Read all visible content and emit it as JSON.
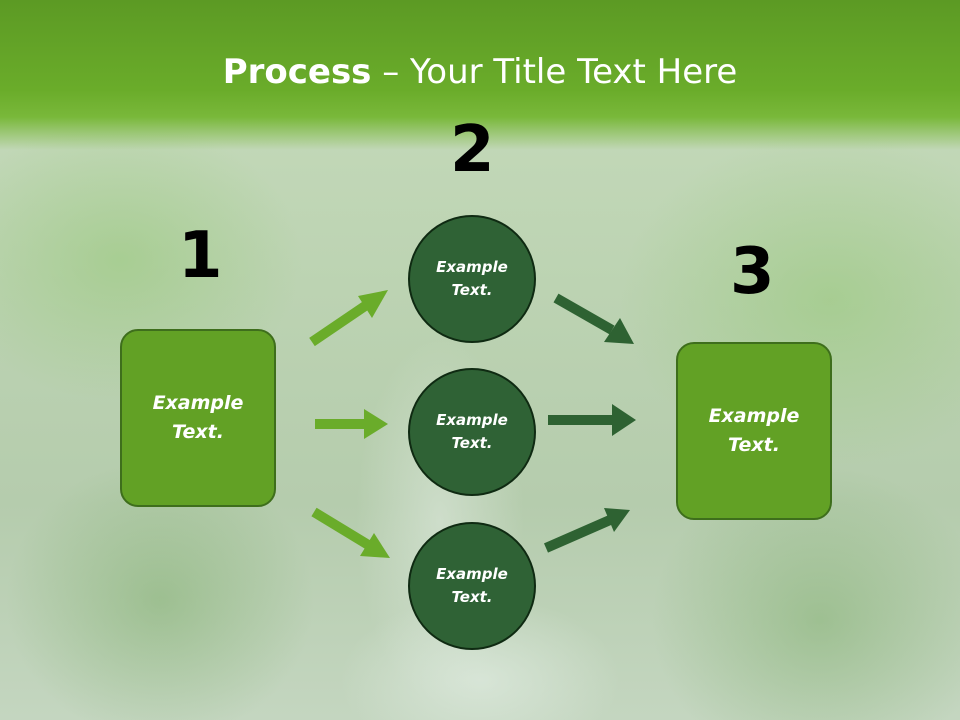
{
  "title": {
    "bold": "Process",
    "rest": " – Your Title Text Here"
  },
  "steps": [
    {
      "number": "1",
      "text": "Example Text."
    },
    {
      "number": "2",
      "text": "Example Text."
    },
    {
      "number": "3",
      "text": "Example Text."
    }
  ],
  "circles": [
    {
      "text": "Example Text."
    },
    {
      "text": "Example Text."
    },
    {
      "text": "Example Text."
    }
  ],
  "colors": {
    "title_bar": "#6aac2a",
    "box_fill": "#62a125",
    "circle_fill": "#2f6235",
    "arrow_light": "#6aac2a",
    "arrow_dark": "#2e6232"
  }
}
